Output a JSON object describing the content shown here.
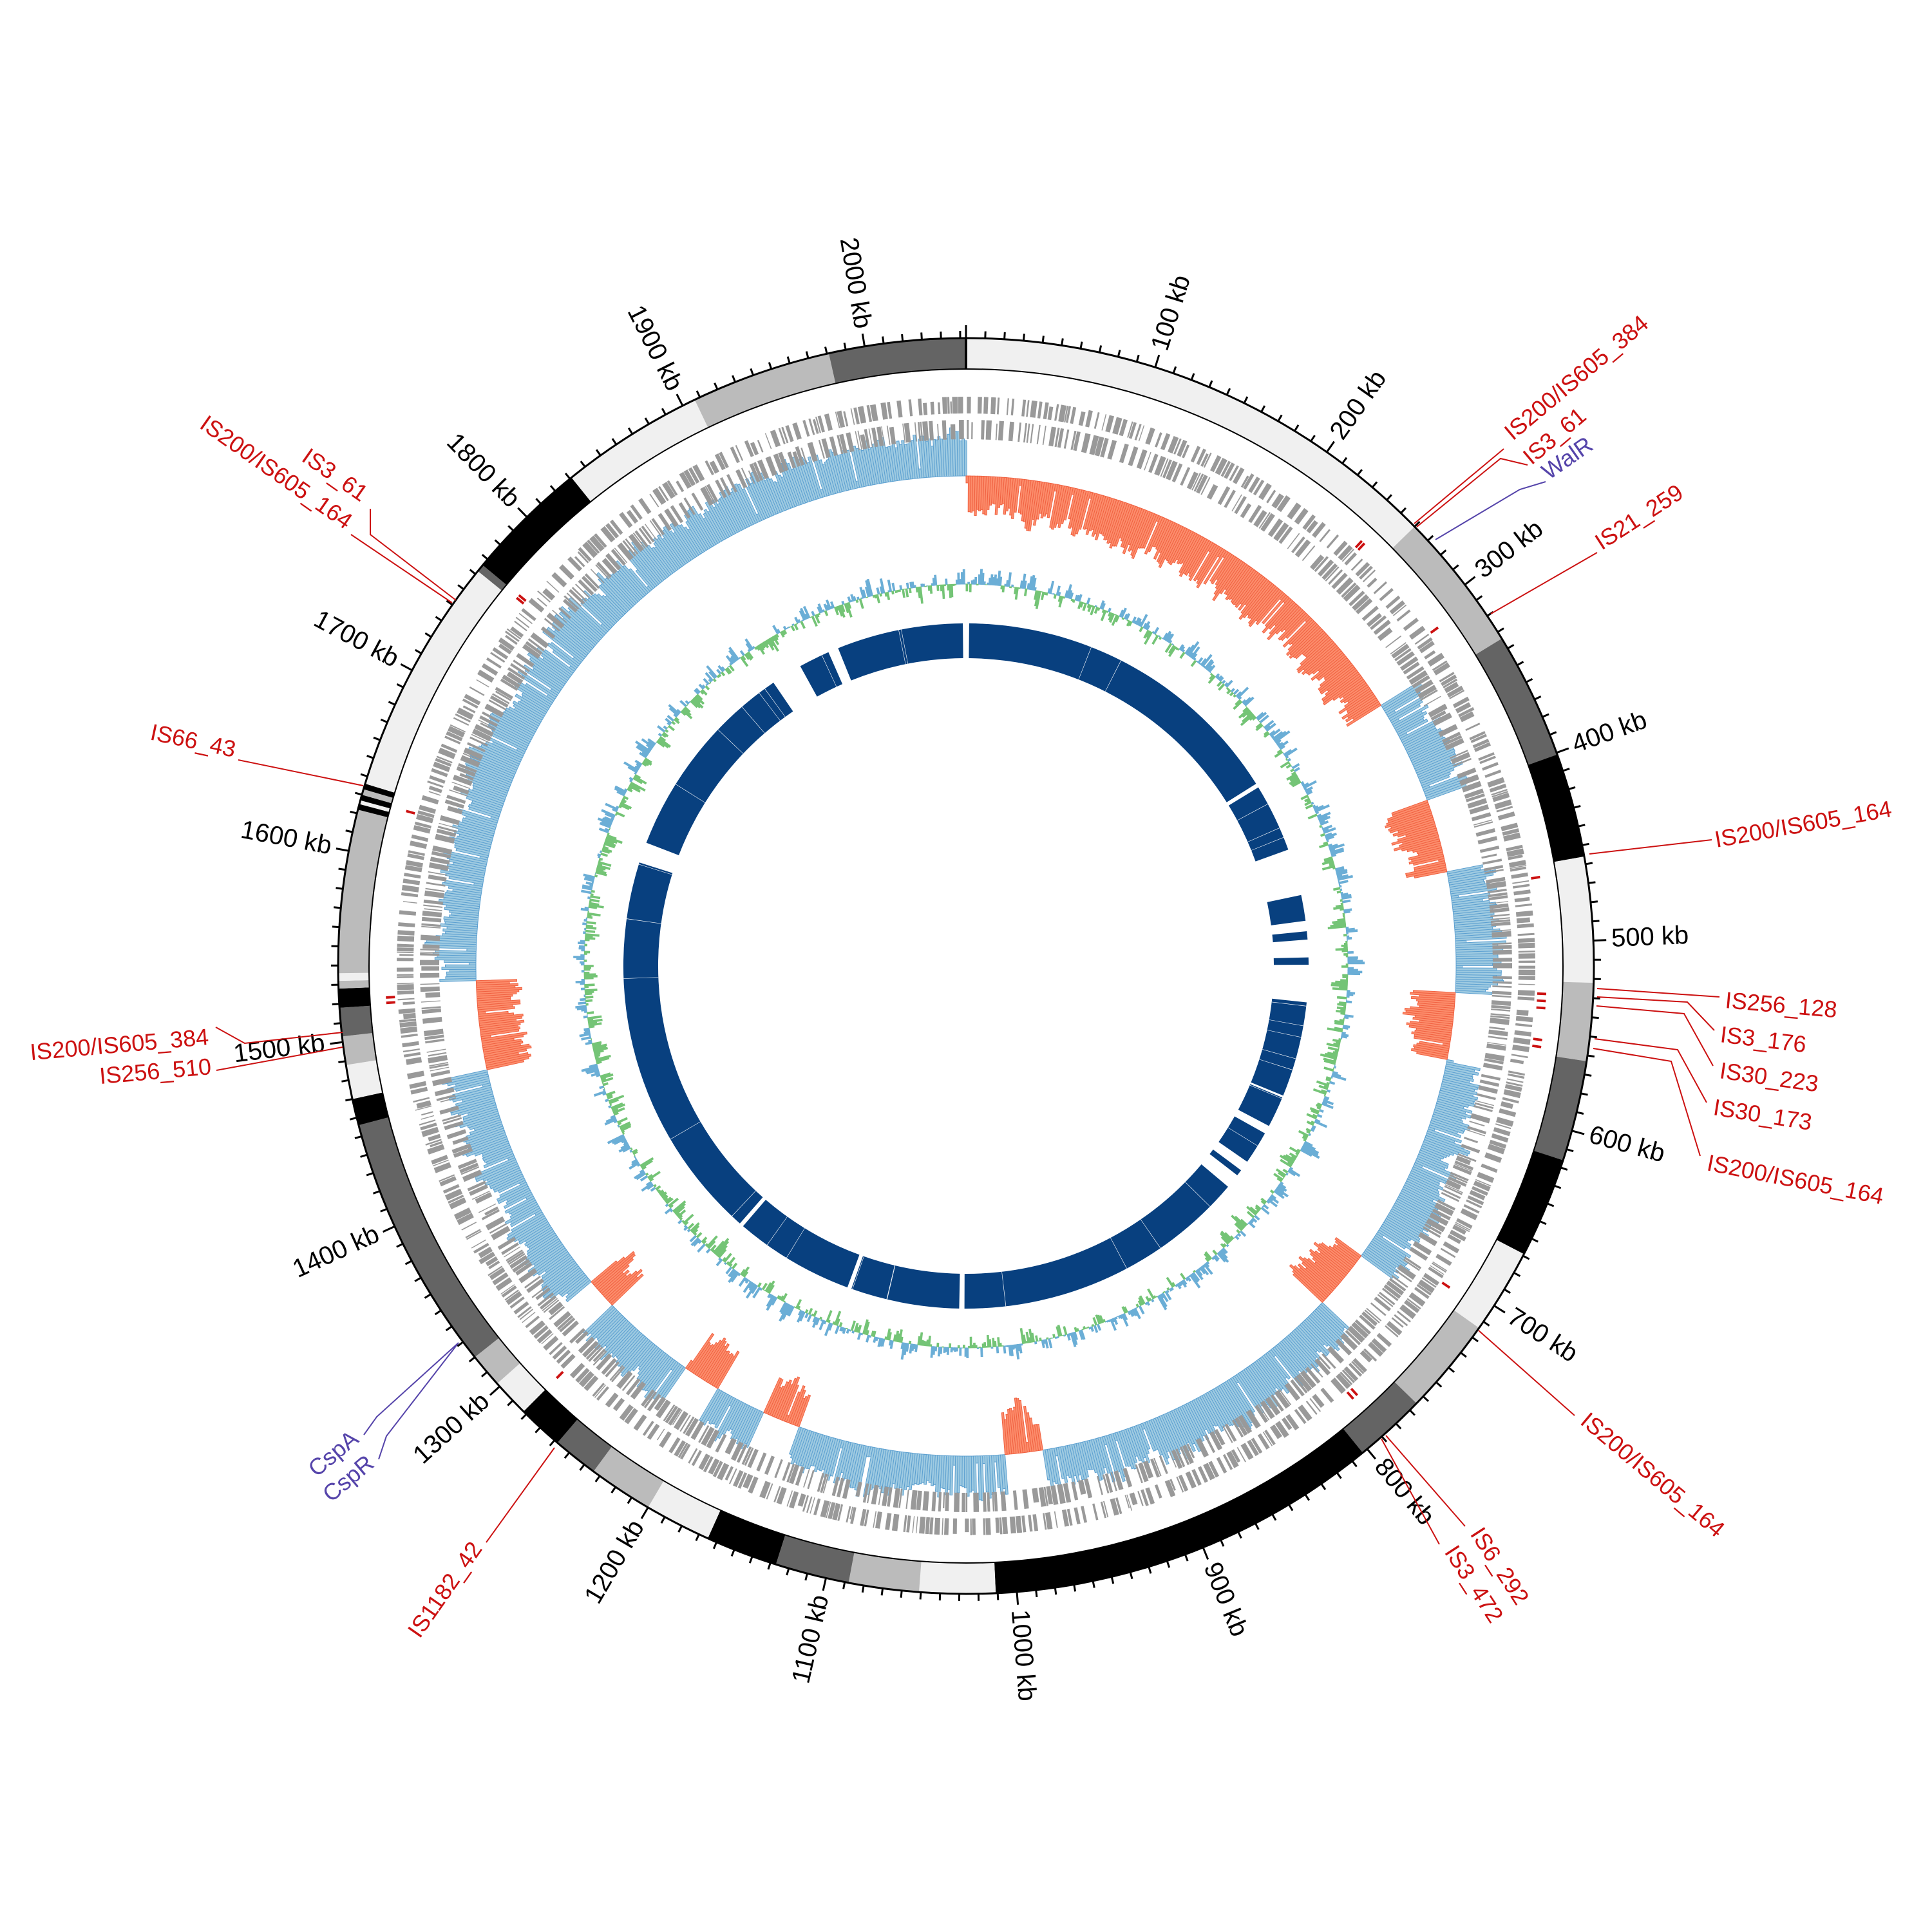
{
  "genome": {
    "total_kb": 2053,
    "ticks": [
      {
        "kb": 100,
        "text": "100 kb"
      },
      {
        "kb": 200,
        "text": "200 kb"
      },
      {
        "kb": 300,
        "text": "300 kb"
      },
      {
        "kb": 400,
        "text": "400 kb"
      },
      {
        "kb": 500,
        "text": "500 kb"
      },
      {
        "kb": 600,
        "text": "600 kb"
      },
      {
        "kb": 700,
        "text": "700 kb"
      },
      {
        "kb": 800,
        "text": "800 kb"
      },
      {
        "kb": 900,
        "text": "900 kb"
      },
      {
        "kb": 1000,
        "text": "1000 kb"
      },
      {
        "kb": 1100,
        "text": "1100 kb"
      },
      {
        "kb": 1200,
        "text": "1200 kb"
      },
      {
        "kb": 1300,
        "text": "1300 kb"
      },
      {
        "kb": 1400,
        "text": "1400 kb"
      },
      {
        "kb": 1500,
        "text": "1500 kb"
      },
      {
        "kb": 1600,
        "text": "1600 kb"
      },
      {
        "kb": 1700,
        "text": "1700 kb"
      },
      {
        "kb": 1800,
        "text": "1800 kb"
      },
      {
        "kb": 1900,
        "text": "1900 kb"
      },
      {
        "kb": 2000,
        "text": "2000 kb"
      }
    ]
  },
  "colors": {
    "light": "#f0f0f0",
    "mid": "#bbbbbb",
    "dark": "#646464",
    "black": "#000000",
    "gene": "#999999",
    "is_element": "#cc1111",
    "regulator": "#5544aa",
    "skew_pos": "#9ecae1",
    "skew_pos_line": "#5b9fd0",
    "skew_neg": "#fc8d6c",
    "skew_neg_line": "#f06040",
    "gc_pos": "#6baed6",
    "gc_neg": "#74c476",
    "inner_ring": "#08407f"
  },
  "ideogram_bands": [
    [
      0,
      260,
      "light"
    ],
    [
      260,
      334,
      "mid"
    ],
    [
      334,
      401,
      "dark"
    ],
    [
      401,
      456,
      "black"
    ],
    [
      456,
      522,
      "light"
    ],
    [
      522,
      563,
      "mid"
    ],
    [
      563,
      616,
      "dark"
    ],
    [
      616,
      669,
      "black"
    ],
    [
      669,
      714,
      "light"
    ],
    [
      714,
      765,
      "mid"
    ],
    [
      765,
      803,
      "dark"
    ],
    [
      803,
      1011,
      "black"
    ],
    [
      1011,
      1051,
      "light"
    ],
    [
      1051,
      1088,
      "mid"
    ],
    [
      1088,
      1127,
      "dark"
    ],
    [
      1127,
      1165,
      "black"
    ],
    [
      1165,
      1200,
      "light"
    ],
    [
      1200,
      1234,
      "mid"
    ],
    [
      1234,
      1258,
      "dark"
    ],
    [
      1258,
      1282,
      "black"
    ],
    [
      1282,
      1302,
      "light"
    ],
    [
      1302,
      1320,
      "mid"
    ],
    [
      1320,
      1456,
      "dark"
    ],
    [
      1456,
      1470,
      "black"
    ],
    [
      1470,
      1488,
      "light"
    ],
    [
      1488,
      1503,
      "mid"
    ],
    [
      1503,
      1518,
      "dark"
    ],
    [
      1518,
      1528,
      "black"
    ],
    [
      1528,
      1532,
      "mid"
    ],
    [
      1532,
      1536,
      "light"
    ],
    [
      1536,
      1622,
      "mid"
    ],
    [
      1622,
      1625,
      "black"
    ],
    [
      1625,
      1627,
      "light"
    ],
    [
      1627,
      1630,
      "black"
    ],
    [
      1630,
      1633,
      "mid"
    ],
    [
      1633,
      1636,
      "black"
    ],
    [
      1636,
      1762,
      "light"
    ],
    [
      1762,
      1766,
      "dark"
    ],
    [
      1766,
      1831,
      "black"
    ],
    [
      1831,
      1907,
      "light"
    ],
    [
      1907,
      1981,
      "mid"
    ],
    [
      1981,
      2053,
      "dark"
    ]
  ],
  "gc_skew_regions": [
    [
      0,
      330,
      -1
    ],
    [
      330,
      400,
      1
    ],
    [
      400,
      450,
      -1
    ],
    [
      450,
      530,
      1
    ],
    [
      530,
      575,
      -1
    ],
    [
      575,
      720,
      1
    ],
    [
      720,
      760,
      -1
    ],
    [
      760,
      975,
      1
    ],
    [
      975,
      1000,
      -1
    ],
    [
      1000,
      1140,
      1
    ],
    [
      1140,
      1165,
      -1
    ],
    [
      1165,
      1200,
      1
    ],
    [
      1200,
      1225,
      -1
    ],
    [
      1225,
      1290,
      1
    ],
    [
      1290,
      1310,
      -1
    ],
    [
      1310,
      1470,
      1
    ],
    [
      1470,
      1530,
      -1
    ],
    [
      1530,
      2053,
      1
    ]
  ],
  "inner_ring_segments": [
    [
      3,
      330
    ],
    [
      334,
      400
    ],
    [
      445,
      470
    ],
    [
      480,
      488
    ],
    [
      505,
      512
    ],
    [
      548,
      640
    ],
    [
      642,
      672
    ],
    [
      680,
      712
    ],
    [
      722,
      728
    ],
    [
      742,
      1028
    ],
    [
      1033,
      1138
    ],
    [
      1142,
      1258
    ],
    [
      1262,
      1640
    ],
    [
      1660,
      1858
    ],
    [
      1888,
      1918
    ],
    [
      1928,
      2050
    ]
  ],
  "is_elements": [
    {
      "text": "IS200/IS605_384",
      "kb": 245,
      "color": "is_element"
    },
    {
      "text": "IS3_61",
      "kb": 247,
      "color": "is_element"
    },
    {
      "text": "WalR",
      "kb": 256,
      "color": "regulator"
    },
    {
      "text": "IS21_259",
      "kb": 310,
      "color": "is_element"
    },
    {
      "text": "IS200/IS605_164",
      "kb": 463,
      "color": "is_element"
    },
    {
      "text": "IS256_128",
      "kb": 529,
      "color": "is_element"
    },
    {
      "text": "IS3_176",
      "kb": 533,
      "color": "is_element"
    },
    {
      "text": "IS30_223",
      "kb": 537,
      "color": "is_element"
    },
    {
      "text": "IS30_173",
      "kb": 555,
      "color": "is_element"
    },
    {
      "text": "IS200/IS605_164",
      "kb": 559,
      "color": "is_element"
    },
    {
      "text": "IS200/IS605_164",
      "kb": 705,
      "color": "is_element"
    },
    {
      "text": "IS6_292",
      "kb": 785,
      "color": "is_element"
    },
    {
      "text": "IS3_472",
      "kb": 788,
      "color": "is_element"
    },
    {
      "text": "IS1182_42",
      "kb": 1282,
      "color": "is_element"
    },
    {
      "text": "CspA",
      "kb": 1336,
      "color": "regulator"
    },
    {
      "text": "CspR",
      "kb": 1336,
      "color": "regulator"
    },
    {
      "text": "IS200/IS605_384",
      "kb": 1522,
      "color": "is_element"
    },
    {
      "text": "IS256_510",
      "kb": 1519,
      "color": "is_element"
    },
    {
      "text": "IS66_43",
      "kb": 1628,
      "color": "is_element"
    },
    {
      "text": "IS3_61",
      "kb": 1766,
      "color": "is_element"
    },
    {
      "text": "IS200/IS605_164",
      "kb": 1764,
      "color": "is_element"
    }
  ]
}
